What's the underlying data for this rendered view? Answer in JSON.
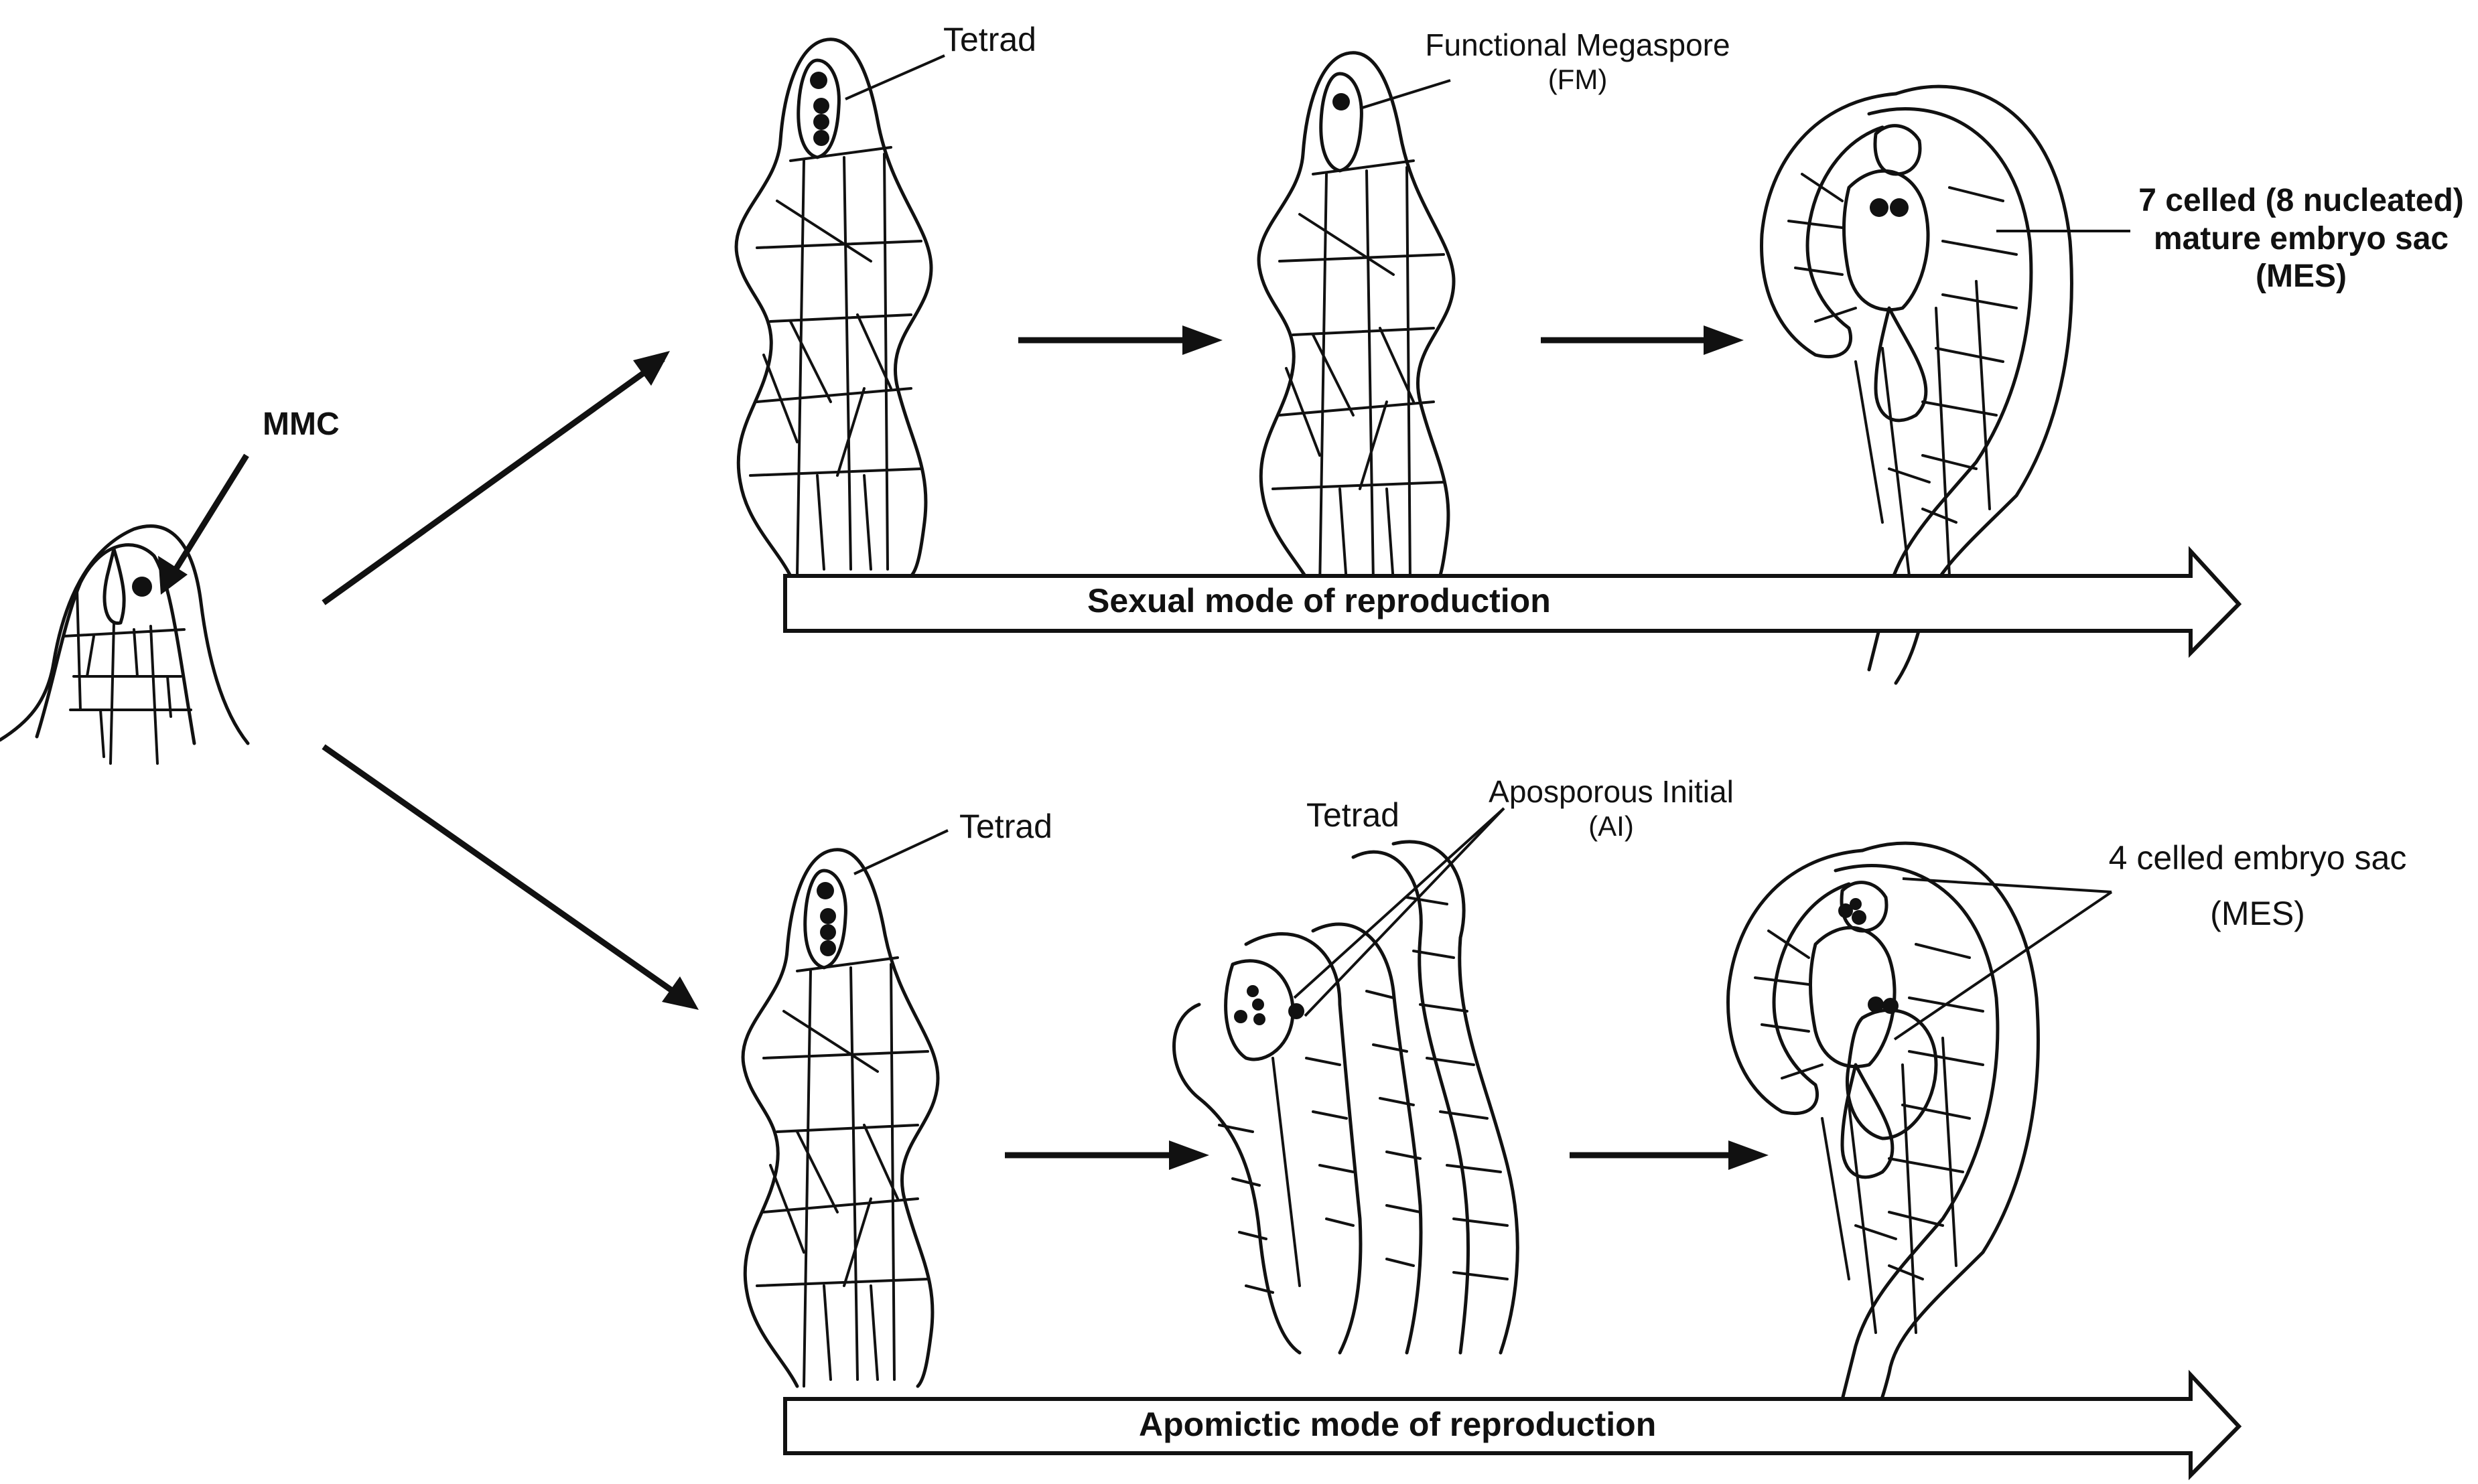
{
  "labels": {
    "mmc": "MMC",
    "tetrad_top": "Tetrad",
    "functional_megaspore_line1": "Functional Megaspore",
    "functional_megaspore_line2": "(FM)",
    "mes_top_line1": "7 celled (8 nucleated)",
    "mes_top_line2": "mature embryo sac",
    "mes_top_line3": "(MES)",
    "tetrad_bottom_1": "Tetrad",
    "tetrad_bottom_2": "Tetrad",
    "aposporous_line1": "Aposporous Initial",
    "aposporous_line2": "(AI)",
    "mes_bottom_line1": "4 celled embryo sac",
    "mes_bottom_line2": "(MES)"
  },
  "banners": {
    "sexual": "Sexual mode of reproduction",
    "apomictic": "Apomictic mode of reproduction"
  }
}
